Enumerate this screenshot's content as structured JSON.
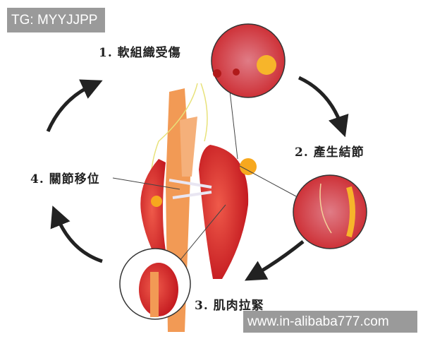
{
  "watermarks": {
    "top_left": "TG: MYYJJPP",
    "bottom_right": "www.in-alibaba777.com"
  },
  "steps": [
    {
      "label": "1. 軟組織受傷"
    },
    {
      "label": "2. 產生結節"
    },
    {
      "label": "3. 肌肉拉緊"
    },
    {
      "label": "4. 關節移位"
    }
  ],
  "colors": {
    "muscle": "#d8282c",
    "bone": "#f29a55",
    "arrow": "#222222",
    "inflammation": "#f7a81e"
  }
}
